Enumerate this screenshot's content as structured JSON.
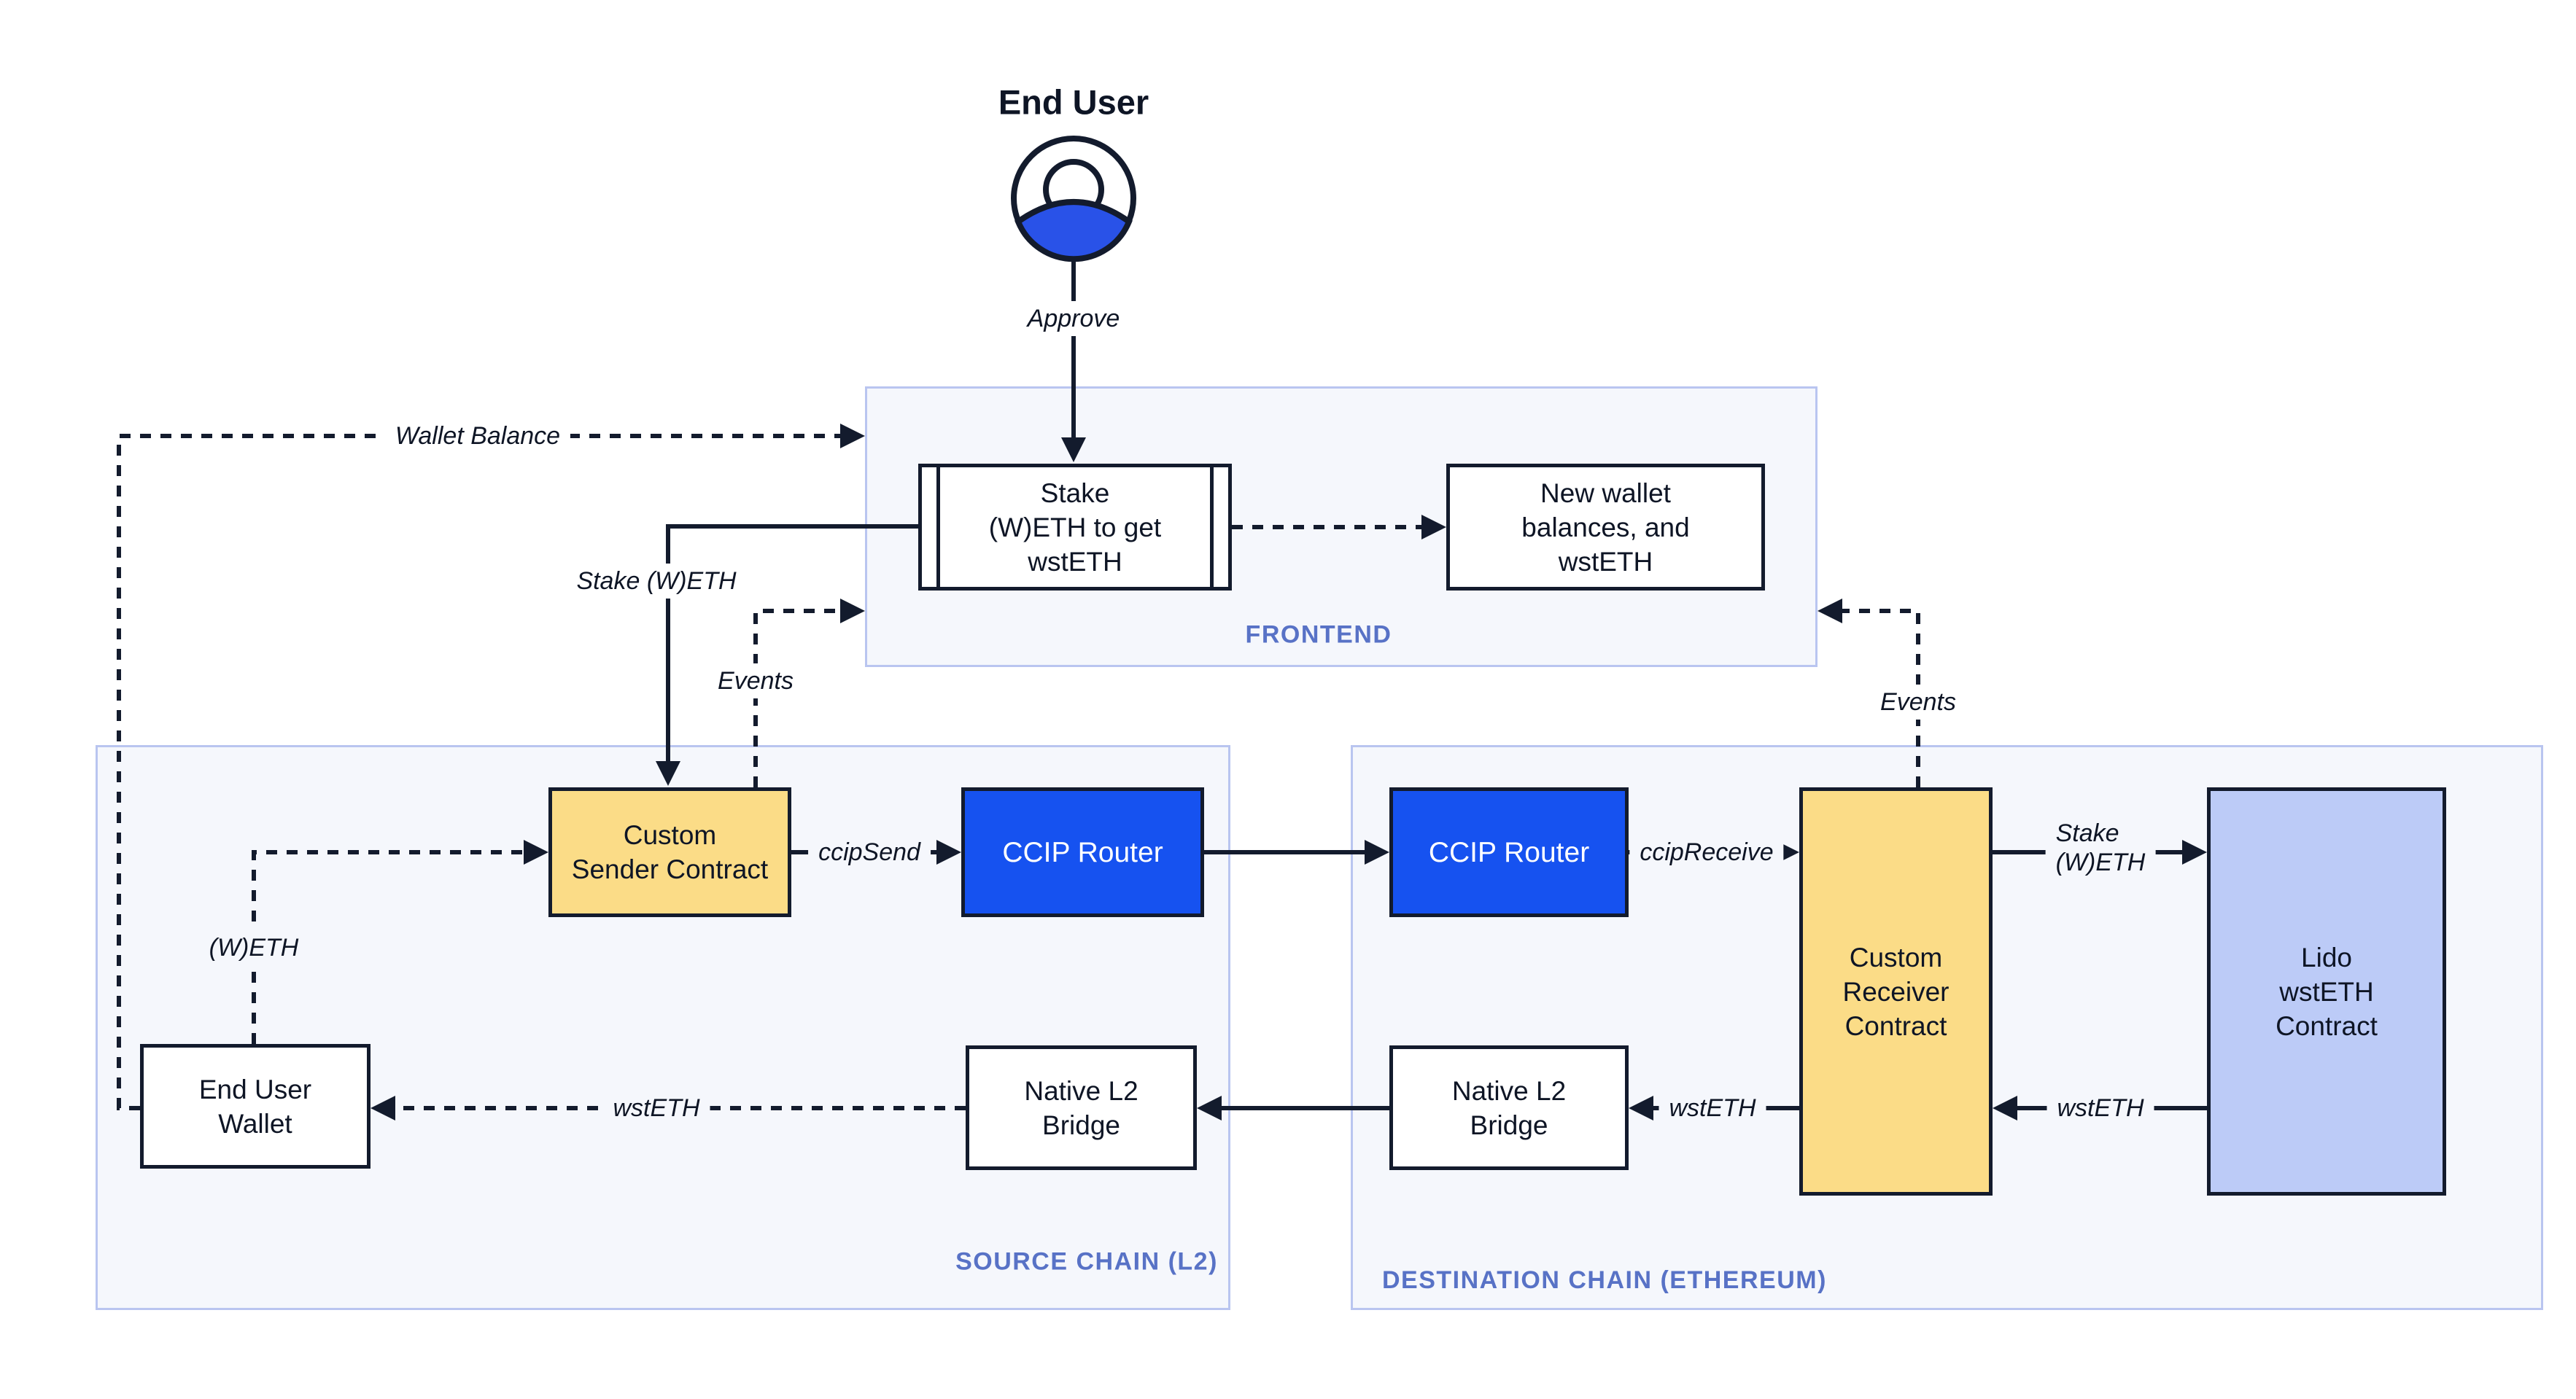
{
  "colors": {
    "line": "#131B2D",
    "accent_blue": "#1652F0",
    "yellow": "#FBDC87",
    "lavender": "#BCCBF7",
    "container_fill": "#F5F7FC",
    "container_border": "#B9C5F0",
    "chain_label": "#5872C6",
    "icon_blue": "#2952E8",
    "text": "#0E1525"
  },
  "actor": {
    "title": "End User",
    "icon": "person-avatar-icon"
  },
  "frontend": {
    "label": "FRONTEND",
    "boxes": {
      "stake": "Stake\n(W)ETH to get\nwstETH",
      "new_wallet": "New wallet\nbalances, and\nwstETH"
    }
  },
  "source_chain": {
    "label": "SOURCE CHAIN (L2)",
    "boxes": {
      "sender": "Custom\nSender Contract",
      "ccip_router": "CCIP Router",
      "wallet": "End User\nWallet",
      "bridge": "Native L2\nBridge"
    }
  },
  "destination_chain": {
    "label": "DESTINATION CHAIN (ETHEREUM)",
    "boxes": {
      "ccip_router": "CCIP Router",
      "receiver": "Custom\nReceiver\nContract",
      "lido": "Lido\nwstETH\nContract",
      "bridge": "Native L2\nBridge"
    }
  },
  "connectors": {
    "approve": "Approve",
    "wallet_balance": "Wallet Balance",
    "stake_weth": "Stake (W)ETH",
    "events_left": "Events",
    "events_right": "Events",
    "ccip_send": "ccipSend",
    "ccip_receive": "ccipReceive",
    "weth": "(W)ETH",
    "wsteth_l2": "wstETH",
    "stake_weth_dest": "Stake\n(W)ETH",
    "wsteth_lido": "wstETH",
    "wsteth_bridge": "wstETH"
  }
}
